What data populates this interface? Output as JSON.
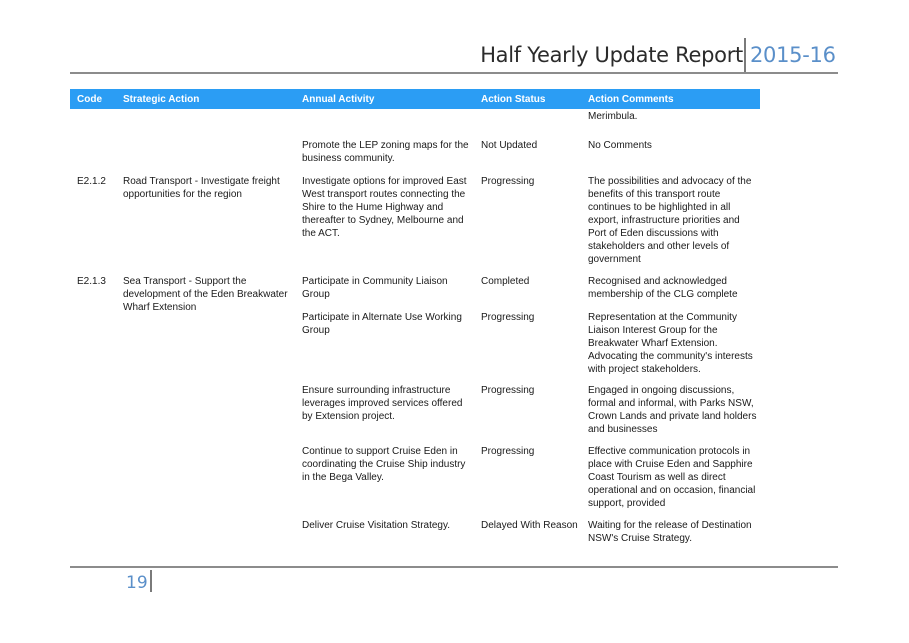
{
  "header": {
    "title": "Half Yearly Update Report",
    "year": "2015-16"
  },
  "table": {
    "columns": [
      "Code",
      "Strategic Action",
      "Annual Activity",
      "Action Status",
      "Action Comments"
    ],
    "rows": [
      {
        "code": "",
        "strategic": "",
        "activity": "",
        "status": "",
        "comments": "Merimbula."
      },
      {
        "code": "",
        "strategic": "",
        "activity": "Promote the LEP zoning maps for the business community.",
        "status": "Not Updated",
        "comments": "No Comments"
      },
      {
        "code": "E2.1.2",
        "strategic": "Road Transport - Investigate freight opportunities for the region",
        "activity": "Investigate options for improved East West transport routes connecting the Shire to the Hume Highway and thereafter to Sydney, Melbourne and the ACT.",
        "status": "Progressing",
        "comments": "The possibilities and advocacy of the benefits of this transport route continues to be highlighted in all export, infrastructure priorities and Port of Eden discussions with stakeholders and other levels of government"
      },
      {
        "code": "E2.1.3",
        "strategic": "Sea Transport - Support the development of the Eden Breakwater Wharf Extension",
        "activity": "Participate in Community Liaison Group",
        "status": "Completed",
        "comments": "Recognised and acknowledged membership of the CLG complete"
      },
      {
        "code": "",
        "strategic": "",
        "activity": "Participate in Alternate Use Working Group",
        "status": "Progressing",
        "comments": "Representation at the Community Liaison Interest Group for the Breakwater Wharf Extension. Advocating the community's interests with project stakeholders."
      },
      {
        "code": "",
        "strategic": "",
        "activity": "Ensure surrounding infrastructure leverages improved services offered by Extension project.",
        "status": "Progressing",
        "comments": "Engaged in ongoing discussions, formal and informal, with Parks NSW, Crown Lands and private land holders and businesses"
      },
      {
        "code": "",
        "strategic": "",
        "activity": "Continue to support Cruise Eden in coordinating the Cruise Ship industry in the Bega Valley.",
        "status": "Progressing",
        "comments": "Effective communication protocols in place with Cruise Eden and Sapphire Coast Tourism as well as direct operational and on occasion, financial support, provided"
      },
      {
        "code": "",
        "strategic": "",
        "activity": "Deliver Cruise Visitation Strategy.",
        "status": "Delayed With Reason",
        "comments": "Waiting for the release of Destination NSW's Cruise Strategy."
      }
    ]
  },
  "footer": {
    "page_number": "19"
  },
  "colors": {
    "header_bar": "#2b9df4",
    "accent": "#5a8fc9"
  }
}
